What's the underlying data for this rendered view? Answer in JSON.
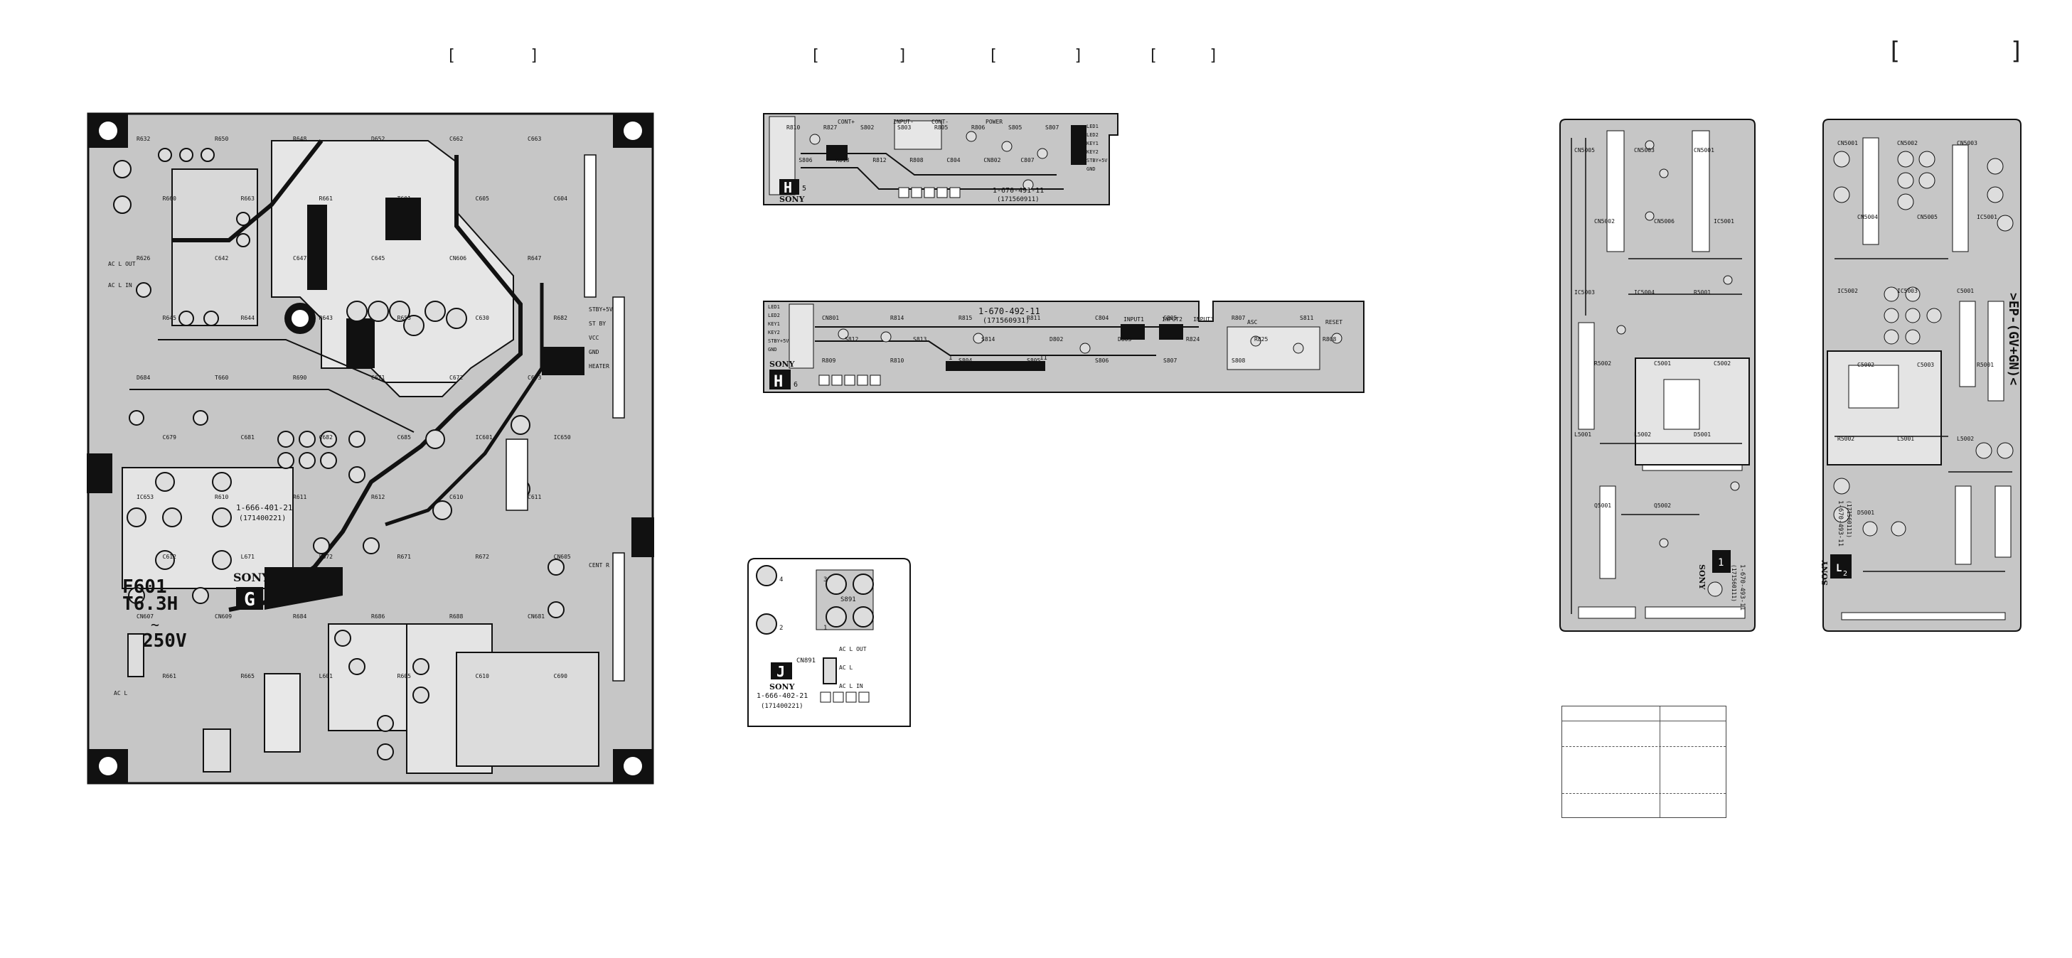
{
  "page": {
    "background": "#ffffff",
    "trace_color": "#111111",
    "board_fill": "#c8c8c8"
  },
  "brackets": [
    {
      "open": "[",
      "close": "]"
    },
    {
      "open": "[",
      "close": "]"
    },
    {
      "open": "[",
      "close": "]"
    },
    {
      "open": "[",
      "close": "]"
    },
    {
      "open": "[",
      "close": "]"
    }
  ],
  "boards": {
    "g": {
      "brand": "SONY",
      "board_letter": "G",
      "part_number": "1-666-401-21",
      "sub_number": "(171400221)",
      "fuse_ref": "F601",
      "fuse_rating": "T6.3H",
      "fuse_voltage": "250V",
      "refs": [
        "R632",
        "R650",
        "R648",
        "D652",
        "C662",
        "C663",
        "R660",
        "R663",
        "R661",
        "T601",
        "C605",
        "C604",
        "R626",
        "C642",
        "C647",
        "C645",
        "CN606",
        "R647",
        "R645",
        "R644",
        "R643",
        "R655",
        "C630",
        "R682",
        "D684",
        "T660",
        "R690",
        "C671",
        "C672",
        "C673",
        "C679",
        "C681",
        "C682",
        "C685",
        "IC601",
        "IC650",
        "IC653",
        "R610",
        "R611",
        "R612",
        "C610",
        "C611",
        "C612",
        "L671",
        "L672",
        "R671",
        "R672",
        "CN605",
        "CN607",
        "CN609",
        "R684",
        "R686",
        "R688",
        "CN681",
        "R661",
        "R665",
        "L601",
        "R605",
        "C610",
        "C690"
      ],
      "connector_labels": [
        "AC L OUT",
        "AC L IN",
        "AC L",
        "STBY+5V",
        "ST BY",
        "VCC",
        "GND",
        "HEATER",
        "CENT R"
      ]
    },
    "h5": {
      "brand": "SONY",
      "board_letter": "H",
      "board_number": "5",
      "part_number": "1-670-491-11",
      "sub_number": "(171560911)",
      "refs": [
        "R810",
        "R827",
        "S802",
        "S803",
        "R805",
        "R806",
        "S805",
        "S807",
        "S806",
        "R813",
        "R812",
        "R808",
        "C804",
        "CN802",
        "C807"
      ],
      "switch_labels": [
        "CONT+",
        "INPUT-",
        "CONT-",
        "POWER"
      ],
      "connector_labels": [
        "LED1",
        "LED2",
        "KEY1",
        "KEY2",
        "STBY+5V",
        "GND"
      ]
    },
    "h6": {
      "brand": "SONY",
      "board_letter": "H",
      "board_number": "6",
      "part_number": "1-670-492-11",
      "sub_number": "(171560931)",
      "refs": [
        "CN801",
        "R814",
        "R815",
        "R811",
        "C804",
        "C805",
        "R807",
        "S811",
        "S812",
        "S813",
        "S814",
        "D802",
        "D803",
        "R824",
        "R825",
        "R808",
        "R809",
        "R810",
        "S804",
        "S805",
        "S806",
        "S807",
        "S808"
      ],
      "switch_labels": [
        "INPUT1",
        "INPUT2",
        "INPUT3",
        "ASC",
        "RESET"
      ],
      "pin_labels": [
        "1",
        "11"
      ],
      "connector_labels": [
        "LED1",
        "LED2",
        "KEY1",
        "KEY2",
        "STBY+5V",
        "GND"
      ]
    },
    "j": {
      "brand": "SONY",
      "board_letter": "J",
      "part_number": "1-666-402-21",
      "sub_number": "(171400221)",
      "refs": [
        "S891",
        "CN891"
      ],
      "pin_labels": [
        "1",
        "2",
        "3",
        "4"
      ],
      "connector_labels": [
        "AC L OUT",
        "AC L",
        "AC L IN"
      ]
    },
    "l1": {
      "brand": "SONY",
      "board_number": "1",
      "part_number": "1-670-493-11",
      "sub_number": "(171560111)",
      "refs": [
        "CN5005",
        "CN5003",
        "CN5001",
        "CN5002",
        "CN5006",
        "IC5001",
        "IC5003",
        "IC5004",
        "R5001",
        "R5002",
        "C5001",
        "C5002",
        "L5001",
        "L5002",
        "D5001",
        "Q5001",
        "Q5002"
      ]
    },
    "l2": {
      "brand": "SONY",
      "board_letter": "L",
      "board_number": "2",
      "part_number": "1-670-493-11",
      "sub_number": "(171560111)",
      "side_text": ">EP-(GV+GN)<",
      "refs": [
        "CN5001",
        "CN5002",
        "CN5003",
        "CN5004",
        "CN5005",
        "IC5001",
        "IC5002",
        "IC5003",
        "C5001",
        "C5002",
        "C5003",
        "R5001",
        "R5002",
        "L5001",
        "L5002",
        "D5001"
      ]
    }
  },
  "legend_table": {
    "columns": 2,
    "rows": 4
  }
}
